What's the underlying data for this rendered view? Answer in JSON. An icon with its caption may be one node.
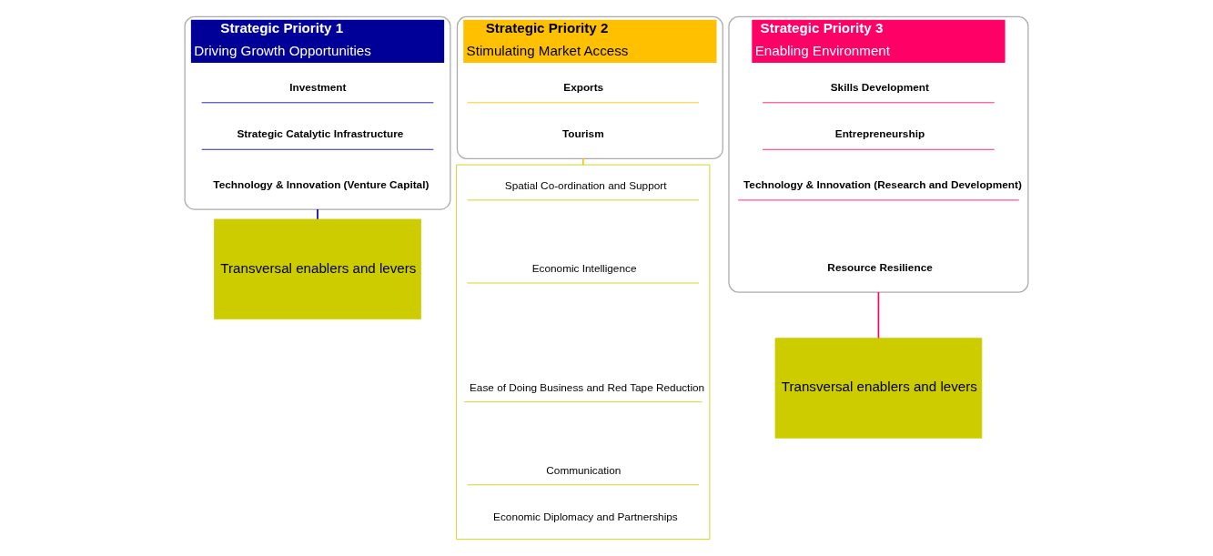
{
  "diagram": {
    "nodes": [
      {
        "text": [
          "Strategic Priority 1",
          "Driving Growth Opportunities"
        ]
      },
      {
        "text": [
          "Investment"
        ],
        "in": 0
      },
      {
        "text": [
          "Strategic Catalytic Infrastructure"
        ],
        "in": 0
      },
      {
        "text": [
          "Technology & Innovation (Venture Capital)"
        ],
        "in": 0
      },
      {
        "text": [
          "Strategic Priority 2",
          "Stimulating Market Access"
        ]
      },
      {
        "text": [
          "Exports"
        ],
        "in": 4
      },
      {
        "text": [
          "Tourism"
        ],
        "in": 4
      },
      {
        "text": [
          "Strategic Priority 3",
          "Enabling Environment"
        ]
      },
      {
        "text": [
          "Skills Development"
        ],
        "in": 7
      },
      {
        "text": [
          "Entrepreneurship"
        ],
        "in": 7
      },
      {
        "text": [
          "Technology & Innovation (Research and Development)"
        ],
        "in": 7
      },
      {
        "text": [
          "Resource Resilience"
        ],
        "in": 7
      },
      {
        "text": [
          "Transversal enablers and levers"
        ]
      },
      {
        "text": [],
        "shape": "box"
      },
      {
        "text": [
          "Spatial Co-ordination and Support"
        ],
        "in": 13
      },
      {
        "text": [
          "Economic Intelligence"
        ],
        "in": 13
      },
      {
        "text": [
          "Ease of Doing Business and Red Tape Reduction"
        ],
        "in": 13
      },
      {
        "text": [
          "Communication"
        ],
        "in": 13
      },
      {
        "text": [
          "Economic Diplomacy and Partnerships"
        ],
        "in": 13
      },
      {
        "text": [
          "Transversal enablers and levers"
        ]
      }
    ],
    "edges": [
      {
        "from": 0,
        "to": 12,
        "arrow": "none",
        "color": "#000099"
      },
      {
        "from": 4,
        "to": 13,
        "arrow": "none",
        "color": "#ffc000"
      },
      {
        "from": 7,
        "to": 19,
        "arrow": "none",
        "color": "#ff0066"
      }
    ]
  }
}
